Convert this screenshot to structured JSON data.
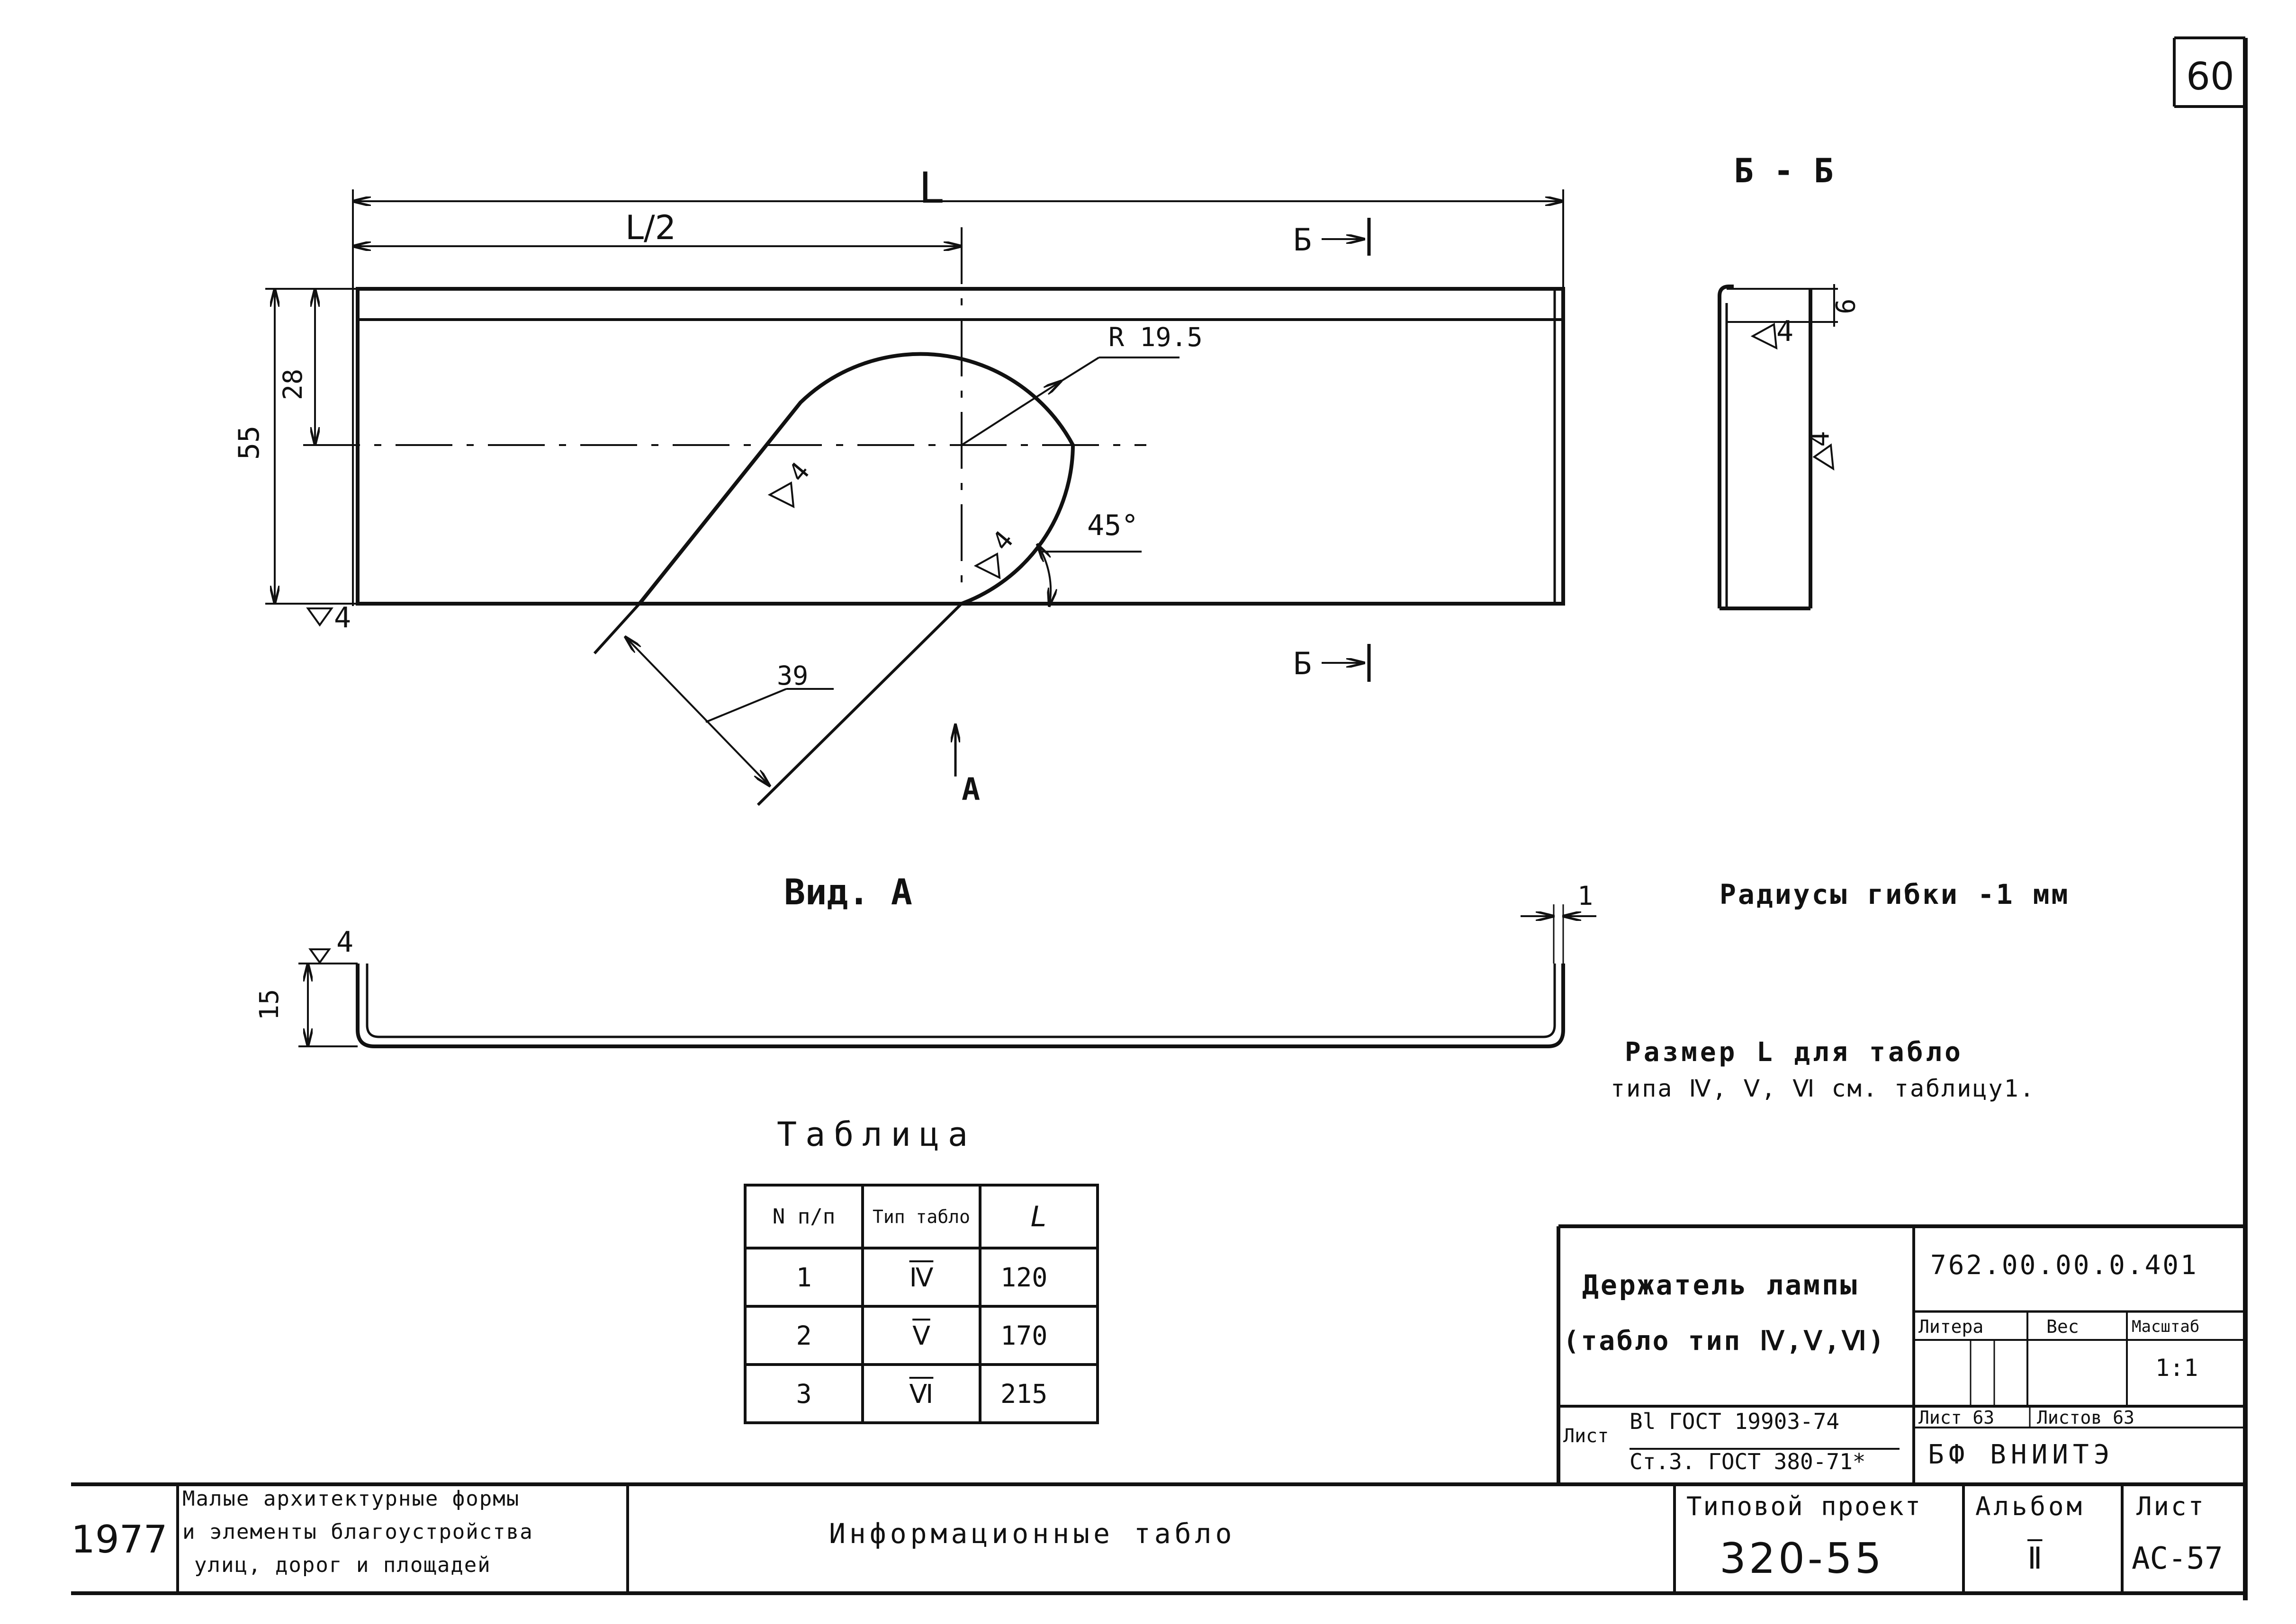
{
  "sheet_corner_number": "60",
  "main_view": {
    "dim_total": "L",
    "dim_half": "L/2",
    "dim_height_total": "55",
    "dim_height_center": "28",
    "radius": "R 19.5",
    "angle": "45°",
    "dim_slot_width": "39",
    "weld_mark": "4",
    "section_mark": "Б",
    "view_arrow_label": "А"
  },
  "section_bb": {
    "title": "Б - Б",
    "dim_top": "6",
    "thickness_mark": "4",
    "weld_mark": "4"
  },
  "view_a": {
    "title": "Вид. А",
    "dim_height": "15",
    "weld_mark": "4",
    "thickness": "1"
  },
  "notes": {
    "bend_radius": "Радиусы гибки -1 мм",
    "size_note_line1": "Размер L  для табло",
    "size_note_line2": "типа Ⅳ, Ⅴ, Ⅵ см. таблицу1."
  },
  "table": {
    "title": "Таблица",
    "headers": [
      "N п/п",
      "Тип табло",
      "L"
    ],
    "rows": [
      [
        "1",
        "Ⅳ",
        "120"
      ],
      [
        "2",
        "Ⅴ",
        "170"
      ],
      [
        "3",
        "Ⅵ",
        "215"
      ]
    ]
  },
  "title_block": {
    "designation": "762.00.00.0.401",
    "part_name_line1": "Держатель лампы",
    "part_name_line2": "(табло тип Ⅳ,Ⅴ,Ⅵ)",
    "col_litera": "Литера",
    "col_weight": "Вес",
    "col_scale": "Масштаб",
    "scale_value": "1:1",
    "material_label": "Лист",
    "material_line1": "Bl ГОСТ 19903-74",
    "material_line2": "Ст.3. ГОСТ 380-71*",
    "sheet_label": "Лист 63",
    "sheets_label": "Листов 63",
    "organization": "БФ ВНИИТЭ"
  },
  "bottom_strip": {
    "year": "1977",
    "series_line1": "Малые архитектурные формы",
    "series_line2": "и элементы благоустройства",
    "series_line3": "улиц, дорог и площадей",
    "section_title": "Информационные табло",
    "project_label": "Типовой проект",
    "project_number": "320-55",
    "album_label": "Альбом",
    "album_value": "Ⅱ",
    "sheet_label": "Лист",
    "sheet_value": "АС-57"
  }
}
